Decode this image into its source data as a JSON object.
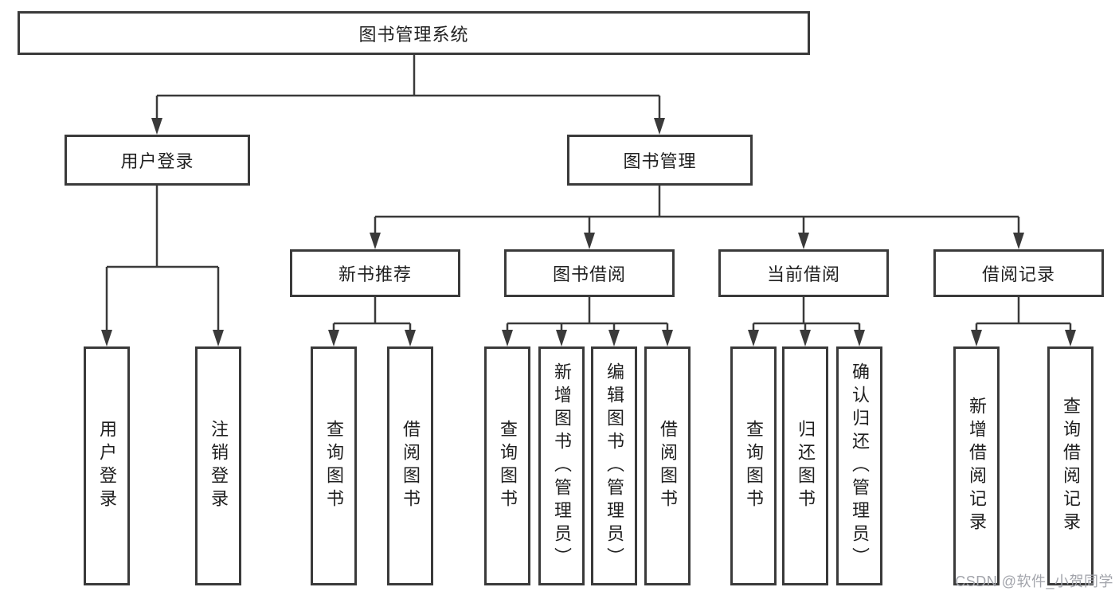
{
  "tree": {
    "root": {
      "label": "图书管理系统"
    },
    "branches": [
      {
        "label": "用户登录",
        "children": [
          {
            "label": "用户登录"
          },
          {
            "label": "注销登录"
          }
        ]
      },
      {
        "label": "图书管理",
        "children": [
          {
            "label": "新书推荐",
            "children": [
              {
                "label": "查询图书"
              },
              {
                "label": "借阅图书"
              }
            ]
          },
          {
            "label": "图书借阅",
            "children": [
              {
                "label": "查询图书"
              },
              {
                "label": "新增图书（管理员）"
              },
              {
                "label": "编辑图书（管理员）"
              },
              {
                "label": "借阅图书"
              }
            ]
          },
          {
            "label": "当前借阅",
            "children": [
              {
                "label": "查询图书"
              },
              {
                "label": "归还图书"
              },
              {
                "label": "确认归还（管理员）"
              }
            ]
          },
          {
            "label": "借阅记录",
            "children": [
              {
                "label": "新增借阅记录"
              },
              {
                "label": "查询借阅记录"
              }
            ]
          }
        ]
      }
    ]
  },
  "watermark": {
    "text": "CSDN @软件_小贺同学"
  },
  "colors": {
    "line": "#3a3a3a",
    "box_border": "#3a3a3a",
    "text": "#1f1f1f",
    "watermark": "#a2a4ab",
    "background": "#ffffff"
  }
}
